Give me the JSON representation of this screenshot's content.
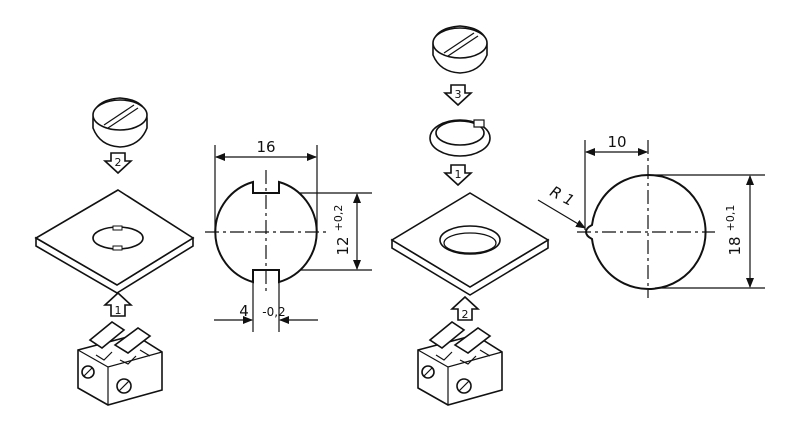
{
  "left_assembly": {
    "steps": [
      "2",
      "1"
    ]
  },
  "left_cutout": {
    "width_dim": "16",
    "height_dim": "12",
    "height_tol": "+0,2",
    "slot_dim": "4",
    "slot_tol": "-0,2"
  },
  "right_assembly": {
    "steps": [
      "3",
      "1",
      "2"
    ]
  },
  "right_cutout": {
    "offset_dim": "10",
    "radius_dim": "R 1",
    "diameter_dim": "18",
    "diameter_tol": "+0,1"
  },
  "colors": {
    "line": "#111111",
    "background": "#ffffff"
  }
}
